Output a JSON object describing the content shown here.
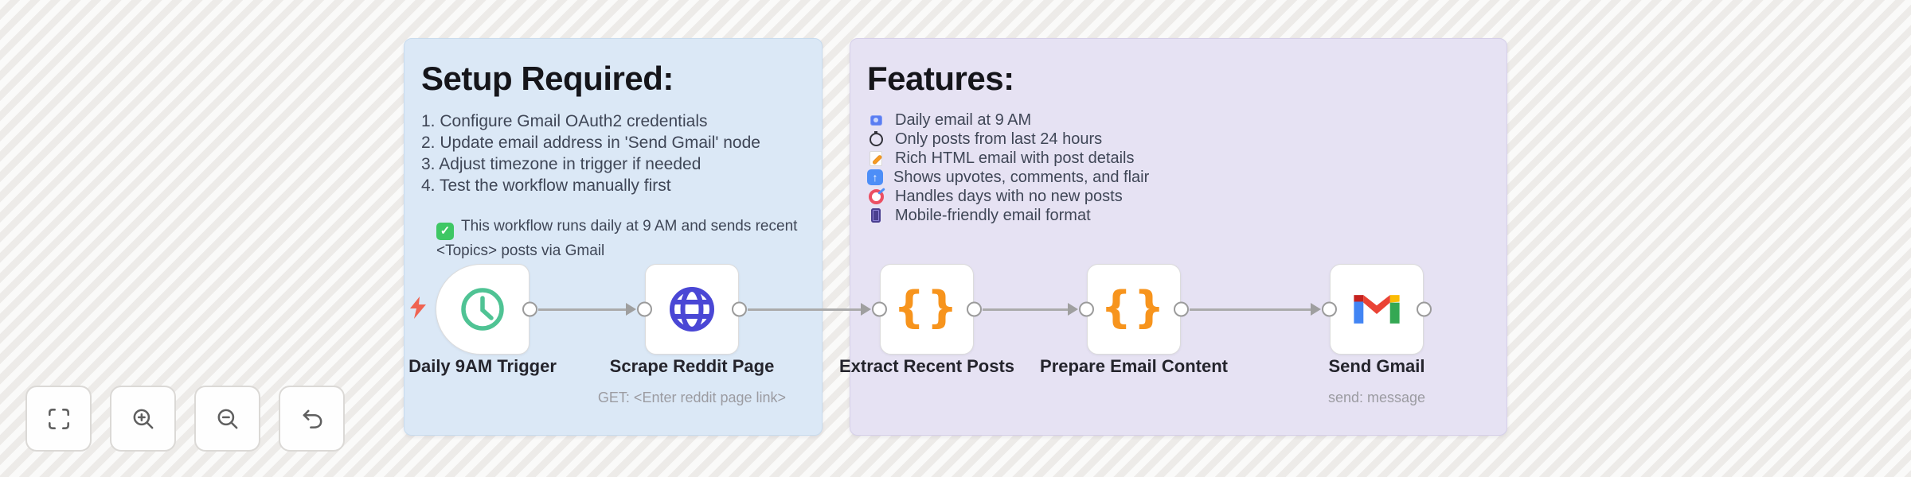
{
  "notes": {
    "setup": {
      "title": "Setup Required:",
      "steps": [
        "1. Configure Gmail OAuth2 credentials",
        "2. Update email address in 'Send Gmail' node",
        "3. Adjust timezone in trigger if needed",
        "4. Test the workflow manually first"
      ],
      "callout": {
        "icon": "check-box-icon",
        "text": "This workflow runs daily at 9 AM and sends recent <Topics> posts via Gmail"
      }
    },
    "features": {
      "title": "Features:",
      "items": [
        {
          "icon": "email-icon",
          "text": "Daily email at 9 AM"
        },
        {
          "icon": "stopwatch-icon",
          "text": "Only posts from last 24 hours"
        },
        {
          "icon": "memo-icon",
          "text": "Rich HTML email with post details"
        },
        {
          "icon": "up-arrow-icon",
          "text": "Shows upvotes, comments, and flair"
        },
        {
          "icon": "target-icon",
          "text": "Handles days with no new posts"
        },
        {
          "icon": "phone-icon",
          "text": "Mobile-friendly email format"
        }
      ]
    }
  },
  "workflow": {
    "nodes": [
      {
        "label": "Daily 9AM Trigger",
        "subtitle": "",
        "icon": "clock-icon",
        "type": "trigger"
      },
      {
        "label": "Scrape Reddit Page",
        "subtitle": "GET: <Enter reddit page link>",
        "icon": "globe-icon",
        "type": "http"
      },
      {
        "label": "Extract Recent Posts",
        "subtitle": "",
        "icon": "code-braces-icon",
        "icon_glyph": "{}",
        "type": "code"
      },
      {
        "label": "Prepare Email Content",
        "subtitle": "",
        "icon": "code-braces-icon",
        "icon_glyph": "{}",
        "type": "code"
      },
      {
        "label": "Send Gmail",
        "subtitle": "send: message",
        "icon": "gmail-icon",
        "type": "gmail"
      }
    ]
  },
  "controls": [
    {
      "icon": "fit-view-icon"
    },
    {
      "icon": "zoom-in-icon"
    },
    {
      "icon": "zoom-out-icon"
    },
    {
      "icon": "undo-icon"
    }
  ],
  "colors": {
    "canvas": "#f2f0ee",
    "note-blue": "#dbe8f6",
    "note-purple": "#e6e2f3",
    "clock-green": "#4fc394",
    "globe-indigo": "#4a47d5",
    "braces-orange": "#f7941d",
    "bolt-red": "#ef6351",
    "check-green": "#3ec764",
    "wire-gray": "#ababab",
    "gmail-red": "#ea4335",
    "gmail-blue": "#4285f4",
    "gmail-green": "#34a853",
    "gmail-yellow": "#fbbc04",
    "gmail-darkred": "#c5221f"
  }
}
